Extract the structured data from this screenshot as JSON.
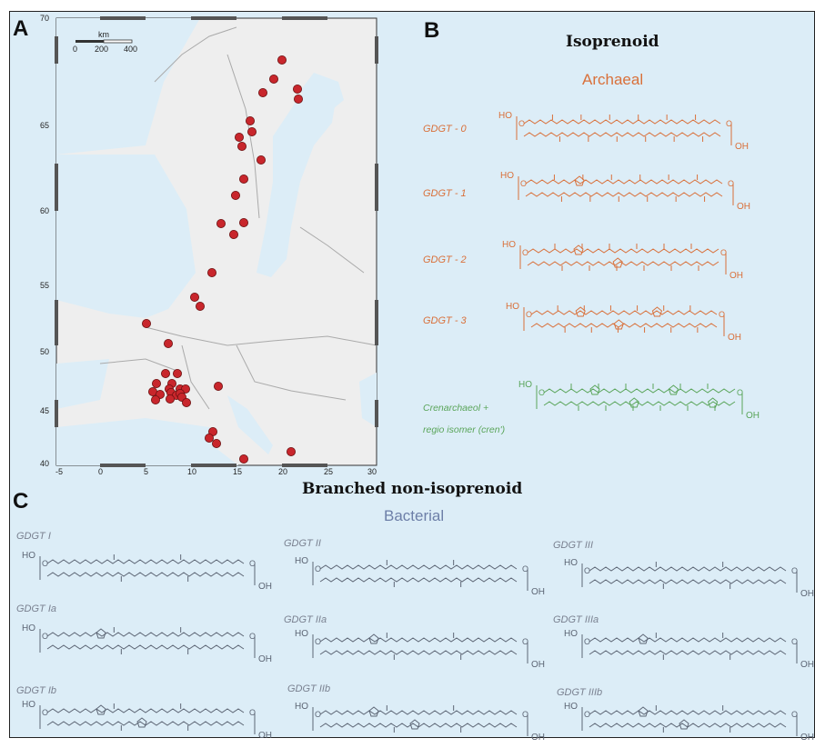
{
  "panels": {
    "a": "A",
    "b": "B",
    "c": "C"
  },
  "map": {
    "x_ticks": [
      "-5",
      "0",
      "5",
      "10",
      "15",
      "20",
      "25",
      "30"
    ],
    "y_ticks": [
      "70",
      "65",
      "60",
      "55",
      "50",
      "45",
      "40"
    ],
    "scalebar": {
      "unit": "km",
      "labels": [
        "0",
        "200",
        "400"
      ]
    },
    "site_color": "#c8262c"
  },
  "isoprenoid": {
    "title": "Isoprenoid",
    "subtitle": "Archaeal",
    "compounds": [
      "GDGT - 0",
      "GDGT - 1",
      "GDGT - 2",
      "GDGT - 3"
    ],
    "cren_line1": "Crenarchaeol +",
    "cren_line2": "regio isomer (cren')",
    "color": "#d9703a",
    "cren_color": "#5aa55a"
  },
  "branched": {
    "title": "Branched non-isoprenoid",
    "subtitle": "Bacterial",
    "compounds": [
      "GDGT I",
      "GDGT II",
      "GDGT III",
      "GDGT Ia",
      "GDGT IIa",
      "GDGT IIIa",
      "GDGT Ib",
      "GDGT IIb",
      "GDGT IIIb"
    ],
    "color": "#5d6675"
  },
  "atoms": {
    "ho": "HO",
    "oh": "OH",
    "o": "O"
  }
}
